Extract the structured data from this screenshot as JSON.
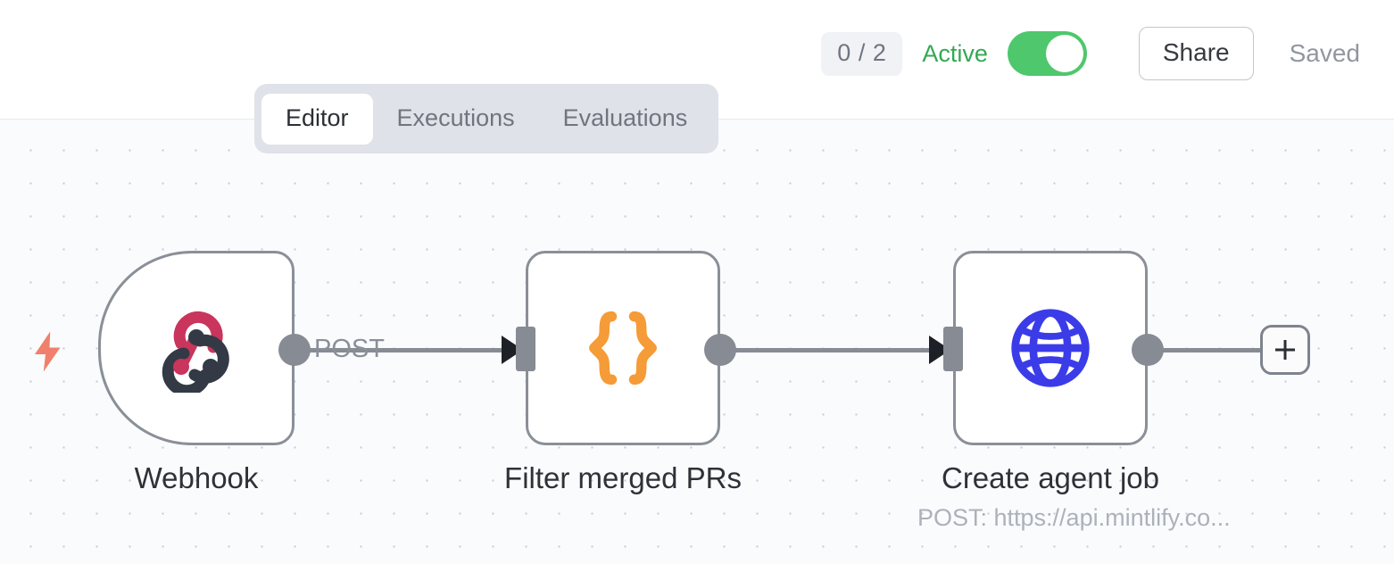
{
  "header": {
    "count_badge": "0 / 2",
    "active_label": "Active",
    "toggle_state": "on",
    "share_label": "Share",
    "saved_label": "Saved",
    "accent_green": "#4fc76d",
    "active_text_color": "#34a853"
  },
  "tabs": [
    {
      "label": "Editor",
      "active": true
    },
    {
      "label": "Executions",
      "active": false
    },
    {
      "label": "Evaluations",
      "active": false
    }
  ],
  "canvas": {
    "background": "#fafbfd",
    "dot_color": "#c6cad3",
    "grid_spacing": "37px"
  },
  "nodes": [
    {
      "id": "webhook",
      "title": "Webhook",
      "subtitle": "",
      "icon": "webhook-icon",
      "icon_colors": {
        "primary": "#c9355c",
        "secondary": "#333a45"
      },
      "shape": "trigger"
    },
    {
      "id": "filter",
      "title": "Filter merged PRs",
      "subtitle": "",
      "icon": "curly-braces-icon",
      "icon_colors": {
        "primary": "#f59b37"
      },
      "shape": "action"
    },
    {
      "id": "http",
      "title": "Create agent job",
      "subtitle": "POST: https://api.mintlify.co...",
      "icon": "globe-icon",
      "icon_colors": {
        "primary": "#3b3ce8"
      },
      "shape": "action"
    }
  ],
  "edges": [
    {
      "from": "webhook",
      "to": "filter",
      "label": "POST"
    },
    {
      "from": "filter",
      "to": "http",
      "label": ""
    },
    {
      "from": "http",
      "to": "add",
      "label": ""
    }
  ],
  "add_button": {
    "glyph": "+"
  },
  "trigger_marker": {
    "icon": "lightning-bolt-icon",
    "color": "#f0806b"
  }
}
